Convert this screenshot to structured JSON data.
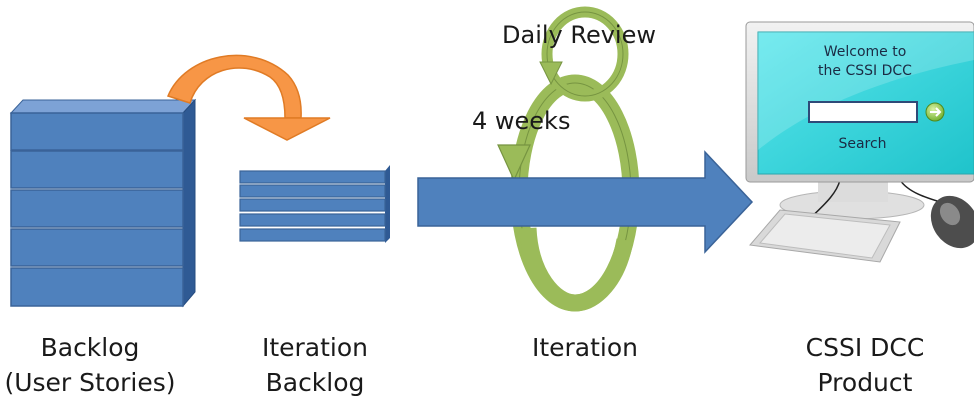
{
  "diagram": {
    "stages": [
      {
        "lines": [
          "Backlog",
          "(User Stories)"
        ]
      },
      {
        "lines": [
          "Iteration",
          "Backlog"
        ]
      },
      {
        "lines": [
          "Iteration"
        ]
      },
      {
        "lines": [
          "CSSI DCC",
          "Product"
        ]
      }
    ],
    "annotations": {
      "daily_review": "Daily Review",
      "iteration_length": "4 weeks"
    },
    "screen": {
      "welcome_lines": [
        "Welcome to",
        "the CSSI DCC"
      ],
      "search_label": "Search",
      "go_button_icon": "arrow-right-icon"
    },
    "colors": {
      "backlog_blue": "#4f81bd",
      "arrow_orange": "#f79646",
      "loop_green": "#9bbb59",
      "screen_cyan": "#31d6dc"
    }
  }
}
